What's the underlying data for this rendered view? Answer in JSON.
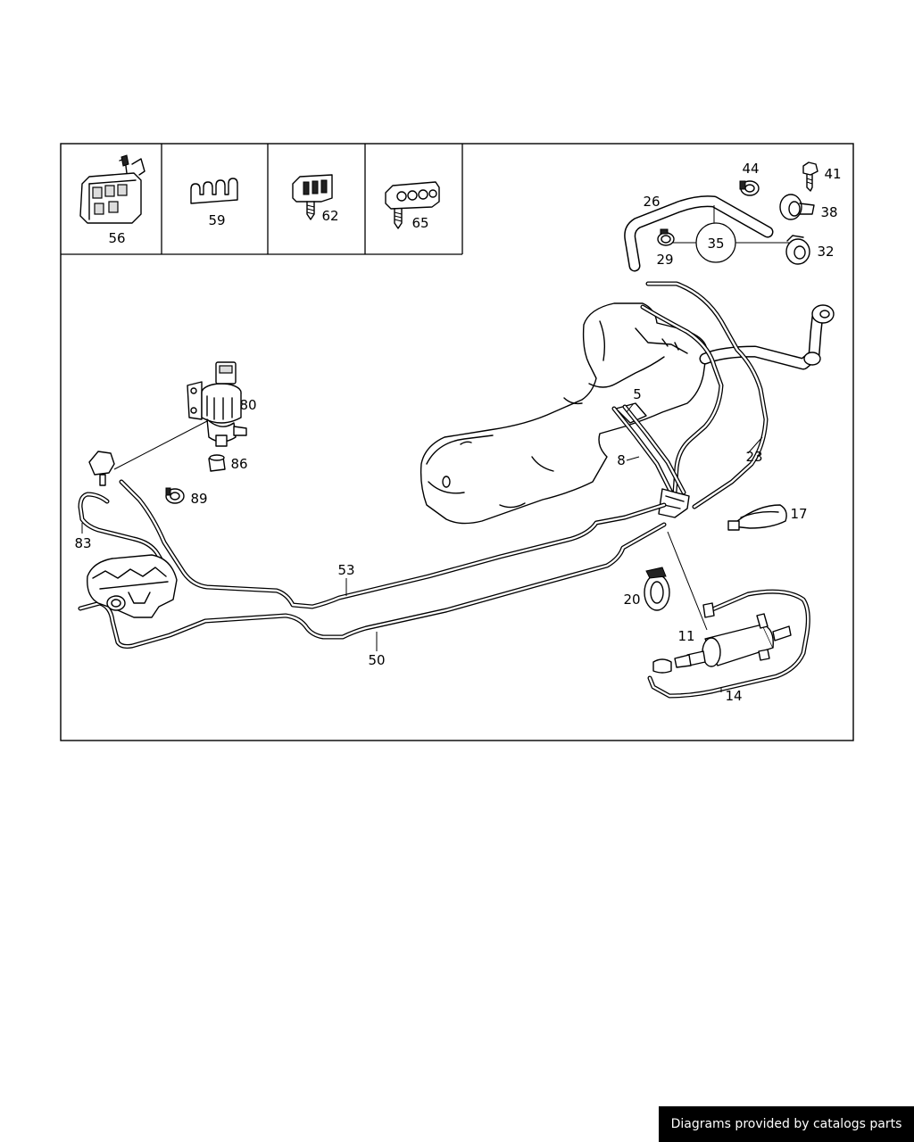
{
  "callouts": {
    "p56": "56",
    "p59": "59",
    "p62": "62",
    "p65": "65",
    "p44": "44",
    "p41": "41",
    "p26": "26",
    "p38": "38",
    "p35": "35",
    "p29": "29",
    "p32": "32",
    "p80": "80",
    "p5": "5",
    "p86": "86",
    "p8": "8",
    "p23": "23",
    "p89": "89",
    "p83": "83",
    "p17": "17",
    "p53": "53",
    "p20": "20",
    "p11": "11",
    "p50": "50",
    "p14": "14"
  },
  "footer": {
    "credit": "Diagrams provided by catalogs parts"
  }
}
